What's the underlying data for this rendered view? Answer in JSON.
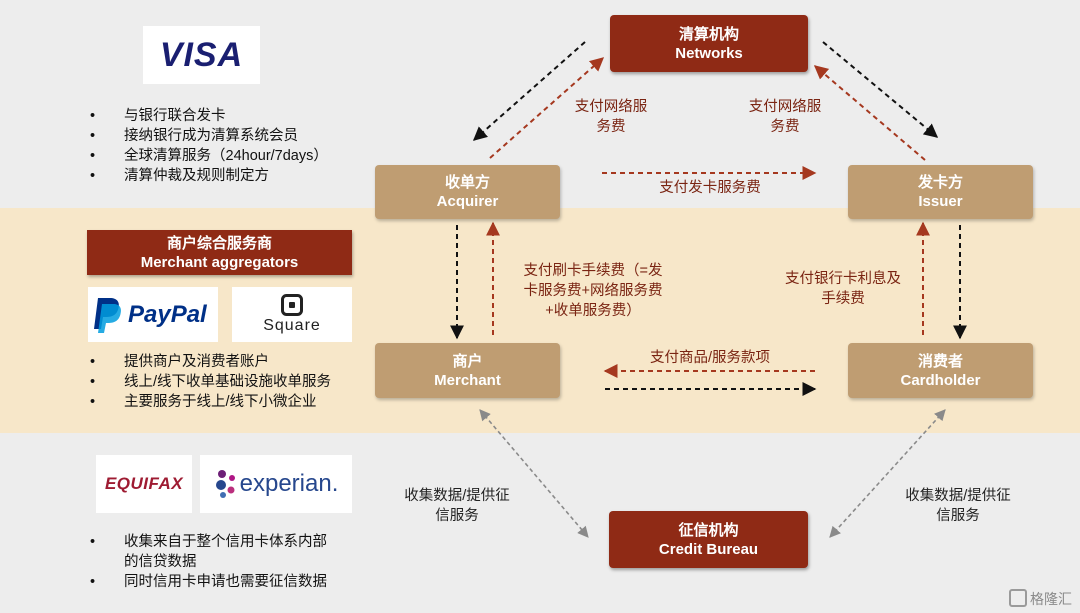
{
  "visa": {
    "logo": "VISA",
    "bullets": [
      "与银行联合发卡",
      "接纳银行成为清算系统会员",
      "全球清算服务（24hour/7days）",
      "清算仲裁及规则制定方"
    ]
  },
  "aggregators": {
    "header_cn": "商户综合服务商",
    "header_en": "Merchant aggregators",
    "paypal": "PayPal",
    "square": "Square",
    "bullets": [
      "提供商户及消费者账户",
      "线上/线下收单基础设施收单服务",
      "主要服务于线上/线下小微企业"
    ]
  },
  "bureaus": {
    "equifax": "EQUIFAX",
    "experian": "experian.",
    "bullet1_line1": "收集来自于整个信用卡体系内部",
    "bullet1_line2": "的信贷数据",
    "bullet2": "同时信用卡申请也需要征信数据"
  },
  "nodes": {
    "networks": {
      "cn": "清算机构",
      "en": "Networks"
    },
    "acquirer": {
      "cn": "收单方",
      "en": "Acquirer"
    },
    "issuer": {
      "cn": "发卡方",
      "en": "Issuer"
    },
    "merchant": {
      "cn": "商户",
      "en": "Merchant"
    },
    "cardholder": {
      "cn": "消费者",
      "en": "Cardholder"
    },
    "bureau": {
      "cn": "征信机构",
      "en": "Credit Bureau"
    }
  },
  "labels": {
    "net_fee_left": [
      "支付网络服",
      "务费"
    ],
    "net_fee_right": [
      "支付网络服",
      "务费"
    ],
    "issuer_fee": "支付发卡服务费",
    "swipe_fee": [
      "支付刷卡手续费（=发",
      "卡服务费+网络服务费",
      "+收单服务费）"
    ],
    "bank_interest": [
      "支付银行卡利息及",
      "手续费"
    ],
    "goods_payment": "支付商品/服务款项",
    "credit_left": [
      "收集数据/提供征",
      "信服务"
    ],
    "credit_right": [
      "收集数据/提供征",
      "信服务"
    ]
  },
  "watermark": "格隆汇",
  "colors": {
    "dark_red": "#8f2a15",
    "tan": "#bf9d72",
    "band_gray": "#ededed",
    "band_cream": "#f7e7c9",
    "label_red": "#7a2412",
    "visa_blue": "#1a1f71",
    "paypal_navy": "#003087",
    "paypal_blue": "#009cde",
    "equifax_red": "#9e1b32",
    "experian_navy": "#26478d"
  }
}
